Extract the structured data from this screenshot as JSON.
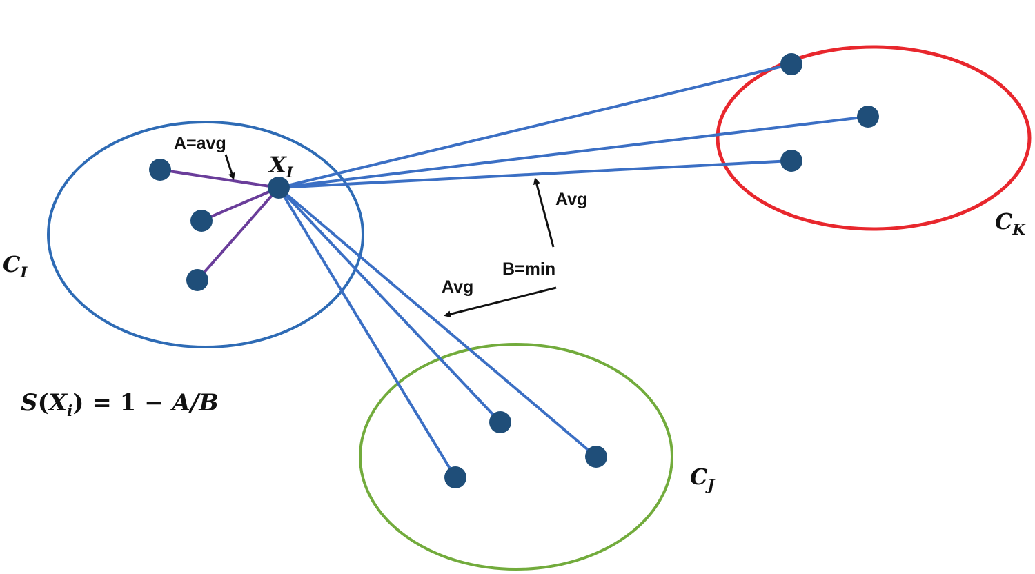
{
  "clusters": [
    {
      "id": "ci",
      "label": "C",
      "subscript": "I",
      "color": "#2e6bb5"
    },
    {
      "id": "ck",
      "label": "C",
      "subscript": "K",
      "color": "#e8272d"
    },
    {
      "id": "cj",
      "label": "C",
      "subscript": "J",
      "color": "#72ab3c"
    }
  ],
  "colors": {
    "point": "#1f4e79",
    "intra_line": "#6a3d9a",
    "inter_line": "#3b6fc4",
    "arrow": "#111111"
  },
  "point_label": {
    "main": "X",
    "subscript": "I"
  },
  "annotations": {
    "a_avg": "A=avg",
    "b_min": "B=min",
    "avg_k": "Avg",
    "avg_j": "Avg"
  },
  "formula": {
    "s": "S",
    "open": "(",
    "x": "X",
    "x_sub": "i",
    "rest_upright": ") = 1 − ",
    "a_over_b": "A/B"
  }
}
